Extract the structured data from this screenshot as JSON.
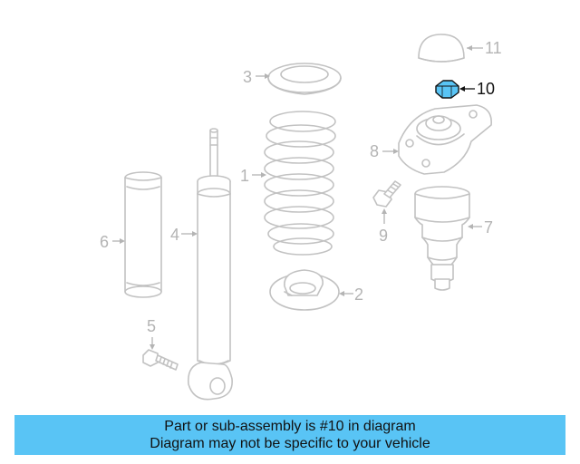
{
  "diagram": {
    "callouts": {
      "c1": "1",
      "c2": "2",
      "c3": "3",
      "c4": "4",
      "c5": "5",
      "c6": "6",
      "c7": "7",
      "c8": "8",
      "c9": "9",
      "c10": "10",
      "c11": "11"
    },
    "highlighted_part": "10",
    "highlight_color": "#59c4f5"
  },
  "banner": {
    "line1": "Part or sub-assembly is #10 in diagram",
    "line2": "Diagram may not be specific to your vehicle",
    "background": "#59c4f5"
  }
}
